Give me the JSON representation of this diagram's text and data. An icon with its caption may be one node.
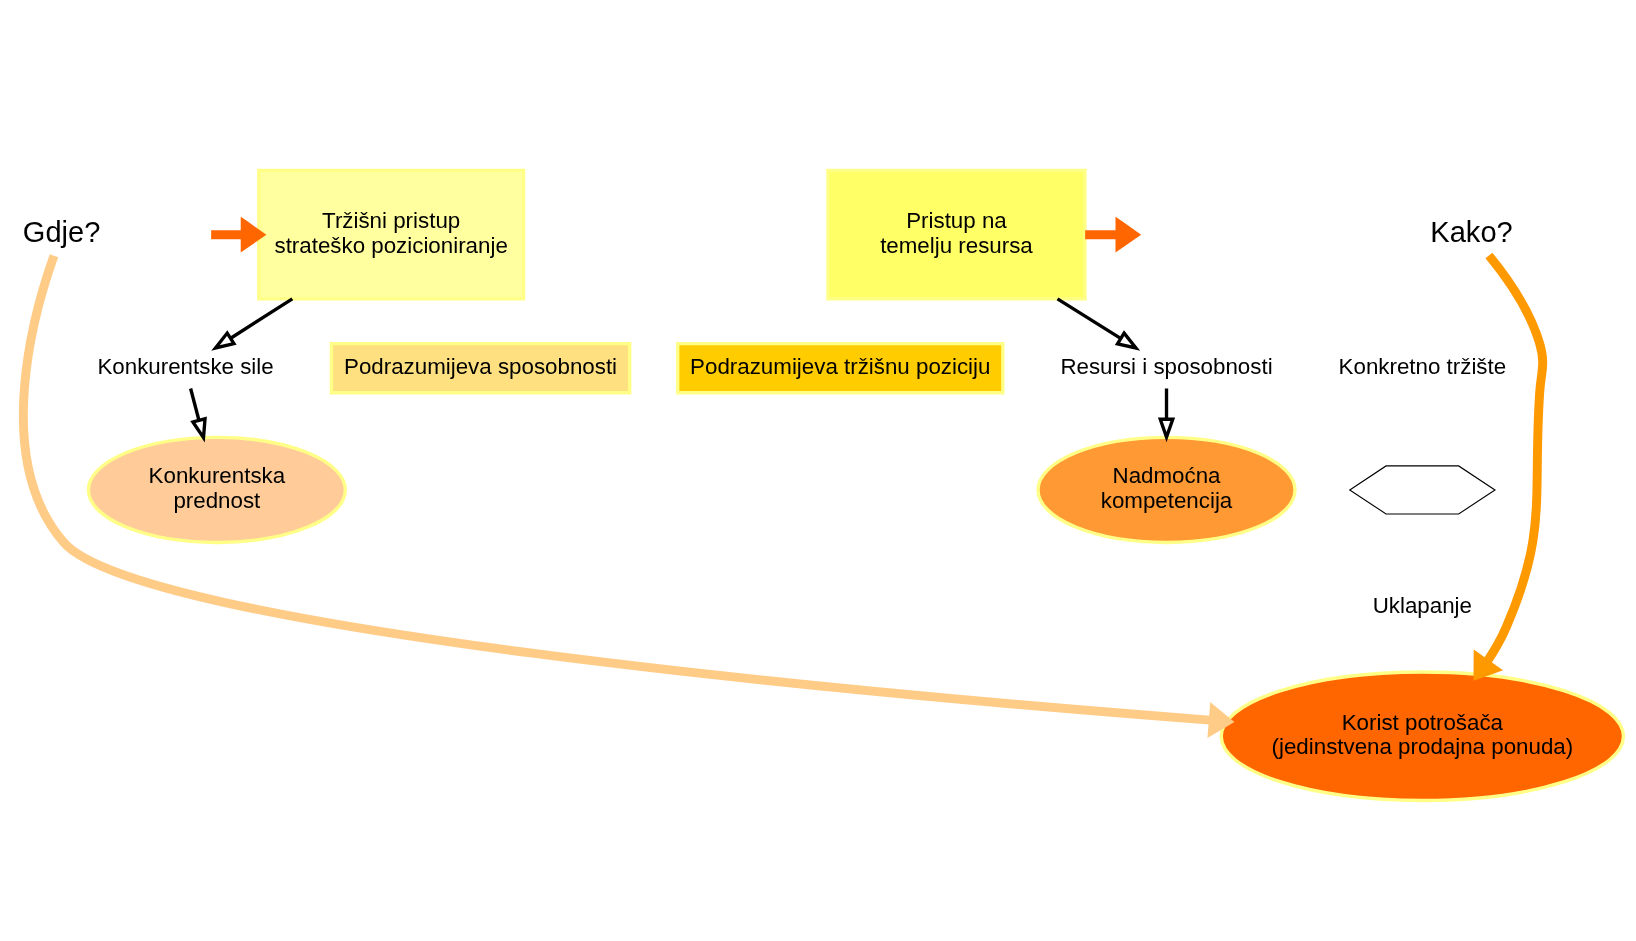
{
  "diagram": {
    "nodes": [
      {
        "text": [
          "Gdje?"
        ]
      },
      {
        "text": [
          "Kako?"
        ]
      },
      {
        "text": [
          "Tržišni pristup strateško pozicioniranje"
        ]
      },
      {
        "text": [
          "Podrazumijeva sposobnosti"
        ]
      },
      {
        "text": [
          "Pristup na temelju resursa"
        ]
      },
      {
        "text": [
          "Podrazumijeva tržišnu poziciju"
        ]
      },
      {
        "text": [
          "Konkurentske sile"
        ]
      },
      {
        "text": [
          "Resursi i sposobnosti"
        ]
      },
      {
        "text": [
          "Konkurentska prednost"
        ]
      },
      {
        "text": [
          "Nadmoćna kompetencija"
        ]
      },
      {
        "text": [
          "Korist potrošača (jedinstvena prodajna ponuda)"
        ]
      },
      {
        "text": [],
        "shape": "hexagon"
      }
    ],
    "edges": [
      {
        "from": null,
        "to": 2,
        "arrow": "to",
        "style": "thick",
        "color": "#ff6600"
      },
      {
        "from": 4,
        "to": null,
        "arrow": "to",
        "style": "thick",
        "color": "#ff6600"
      },
      {
        "from": 2,
        "to": 6,
        "arrow": "to"
      },
      {
        "from": 6,
        "to": 8,
        "arrow": "to"
      },
      {
        "from": 4,
        "to": 7,
        "arrow": "to"
      },
      {
        "from": 7,
        "to": 9,
        "arrow": "to"
      },
      {
        "from": 0,
        "to": 10,
        "arrow": "to",
        "style": "thick",
        "color": "#ffcc88"
      },
      {
        "from": 1,
        "to": 10,
        "arrow": "to",
        "style": "thick",
        "color": "#ff9900"
      }
    ],
    "labels": [
      "Konkretno tržište",
      "Uklapanje"
    ]
  }
}
